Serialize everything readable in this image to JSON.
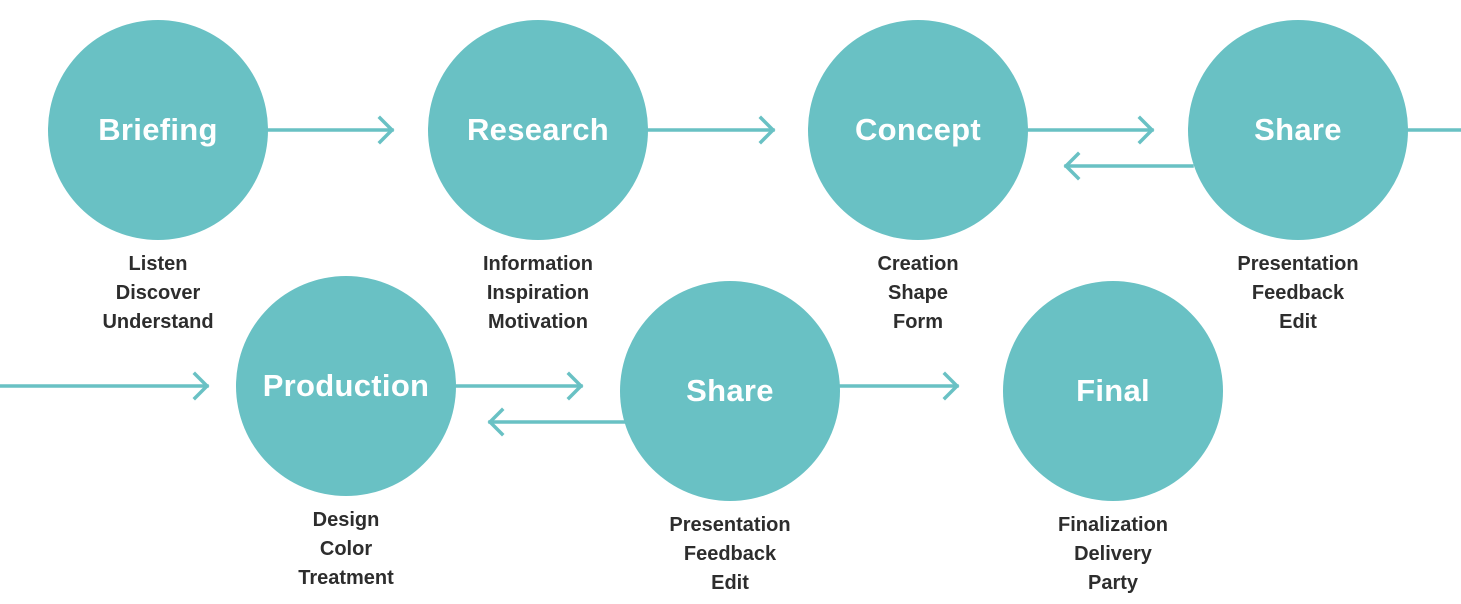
{
  "colors": {
    "node": "#69c1c4",
    "connector": "#69c1c4",
    "title_text": "#ffffff",
    "caption_text": "#2d2d2d"
  },
  "nodes": [
    {
      "id": "briefing",
      "title": "Briefing",
      "items": [
        "Listen",
        "Discover",
        "Understand"
      ]
    },
    {
      "id": "research",
      "title": "Research",
      "items": [
        "Information",
        "Inspiration",
        "Motivation"
      ]
    },
    {
      "id": "concept",
      "title": "Concept",
      "items": [
        "Creation",
        "Shape",
        "Form"
      ]
    },
    {
      "id": "share-1",
      "title": "Share",
      "items": [
        "Presentation",
        "Feedback",
        "Edit"
      ]
    },
    {
      "id": "production",
      "title": "Production",
      "items": [
        "Design",
        "Color",
        "Treatment"
      ]
    },
    {
      "id": "share-2",
      "title": "Share",
      "items": [
        "Presentation",
        "Feedback",
        "Edit"
      ]
    },
    {
      "id": "final",
      "title": "Final",
      "items": [
        "Finalization",
        "Delivery",
        "Party"
      ]
    }
  ],
  "connections": [
    {
      "from": "briefing",
      "to": "research"
    },
    {
      "from": "research",
      "to": "concept"
    },
    {
      "from": "concept",
      "to": "share-1"
    },
    {
      "from": "share-1",
      "to": "concept"
    },
    {
      "from": "share-1",
      "to": "production"
    },
    {
      "from": "production",
      "to": "share-2"
    },
    {
      "from": "share-2",
      "to": "production"
    },
    {
      "from": "share-2",
      "to": "final"
    }
  ]
}
